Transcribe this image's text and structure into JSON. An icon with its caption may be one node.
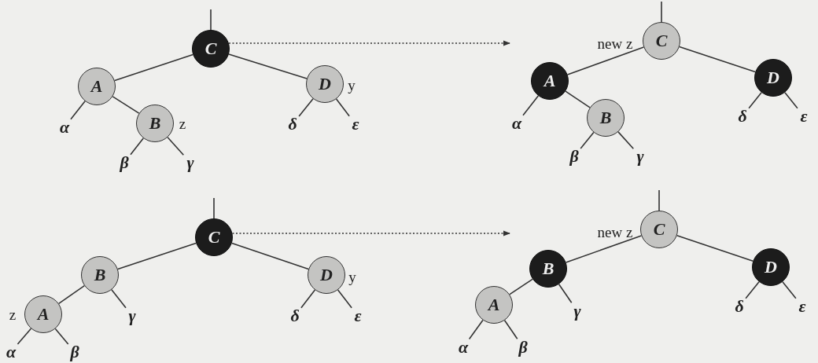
{
  "diagram": {
    "nodes": [
      {
        "text": [
          "C"
        ]
      },
      {
        "text": [
          "A"
        ]
      },
      {
        "text": [
          "D"
        ],
        "beside": [
          "y"
        ]
      },
      {
        "text": [
          "B"
        ],
        "beside": [
          "z"
        ]
      },
      {
        "text": [
          "α"
        ]
      },
      {
        "text": [
          "δ"
        ]
      },
      {
        "text": [
          "ε"
        ]
      },
      {
        "text": [
          "β"
        ]
      },
      {
        "text": [
          "γ"
        ]
      },
      {
        "text": [
          "C"
        ],
        "beside": [
          "new z"
        ]
      },
      {
        "text": [
          "A"
        ]
      },
      {
        "text": [
          "D"
        ]
      },
      {
        "text": [
          "B"
        ]
      },
      {
        "text": [
          "α"
        ]
      },
      {
        "text": [
          "δ"
        ]
      },
      {
        "text": [
          "ε"
        ]
      },
      {
        "text": [
          "β"
        ]
      },
      {
        "text": [
          "γ"
        ]
      },
      {
        "text": [
          "C"
        ]
      },
      {
        "text": [
          "B"
        ]
      },
      {
        "text": [
          "D"
        ],
        "beside": [
          "y"
        ]
      },
      {
        "text": [
          "A"
        ],
        "beside": [
          "z"
        ]
      },
      {
        "text": [
          "γ"
        ]
      },
      {
        "text": [
          "δ"
        ]
      },
      {
        "text": [
          "ε"
        ]
      },
      {
        "text": [
          "α"
        ]
      },
      {
        "text": [
          "β"
        ]
      },
      {
        "text": [
          "C"
        ],
        "beside": [
          "new z"
        ]
      },
      {
        "text": [
          "B"
        ]
      },
      {
        "text": [
          "D"
        ]
      },
      {
        "text": [
          "A"
        ]
      },
      {
        "text": [
          "γ"
        ]
      },
      {
        "text": [
          "δ"
        ]
      },
      {
        "text": [
          "ε"
        ]
      },
      {
        "text": [
          "α"
        ]
      },
      {
        "text": [
          "β"
        ]
      }
    ],
    "edges": [
      {
        "from": null,
        "to": 0,
        "arrow": "none"
      },
      {
        "from": 0,
        "to": 1,
        "arrow": "none"
      },
      {
        "from": 0,
        "to": 2,
        "arrow": "none"
      },
      {
        "from": 1,
        "to": 4,
        "arrow": "none"
      },
      {
        "from": 1,
        "to": 3,
        "arrow": "none"
      },
      {
        "from": 3,
        "to": 7,
        "arrow": "none"
      },
      {
        "from": 3,
        "to": 8,
        "arrow": "none"
      },
      {
        "from": 2,
        "to": 5,
        "arrow": "none"
      },
      {
        "from": 2,
        "to": 6,
        "arrow": "none"
      },
      {
        "from": 0,
        "to": null,
        "arrow": "to",
        "style": "dashed"
      },
      {
        "from": null,
        "to": 9,
        "arrow": "none"
      },
      {
        "from": 9,
        "to": 10,
        "arrow": "none"
      },
      {
        "from": 9,
        "to": 11,
        "arrow": "none"
      },
      {
        "from": 10,
        "to": 13,
        "arrow": "none"
      },
      {
        "from": 10,
        "to": 12,
        "arrow": "none"
      },
      {
        "from": 12,
        "to": 16,
        "arrow": "none"
      },
      {
        "from": 12,
        "to": 17,
        "arrow": "none"
      },
      {
        "from": 11,
        "to": 14,
        "arrow": "none"
      },
      {
        "from": 11,
        "to": 15,
        "arrow": "none"
      },
      {
        "from": null,
        "to": 18,
        "arrow": "none"
      },
      {
        "from": 18,
        "to": 19,
        "arrow": "none"
      },
      {
        "from": 18,
        "to": 20,
        "arrow": "none"
      },
      {
        "from": 19,
        "to": 21,
        "arrow": "none"
      },
      {
        "from": 19,
        "to": 22,
        "arrow": "none"
      },
      {
        "from": 21,
        "to": 25,
        "arrow": "none"
      },
      {
        "from": 21,
        "to": 26,
        "arrow": "none"
      },
      {
        "from": 20,
        "to": 23,
        "arrow": "none"
      },
      {
        "from": 20,
        "to": 24,
        "arrow": "none"
      },
      {
        "from": 18,
        "to": null,
        "arrow": "to",
        "style": "dashed"
      },
      {
        "from": null,
        "to": 27,
        "arrow": "none"
      },
      {
        "from": 27,
        "to": 28,
        "arrow": "none"
      },
      {
        "from": 27,
        "to": 29,
        "arrow": "none"
      },
      {
        "from": 28,
        "to": 30,
        "arrow": "none"
      },
      {
        "from": 28,
        "to": 31,
        "arrow": "none"
      },
      {
        "from": 30,
        "to": 34,
        "arrow": "none"
      },
      {
        "from": 30,
        "to": 35,
        "arrow": "none"
      },
      {
        "from": 29,
        "to": 32,
        "arrow": "none"
      },
      {
        "from": 29,
        "to": 33,
        "arrow": "none"
      }
    ]
  }
}
